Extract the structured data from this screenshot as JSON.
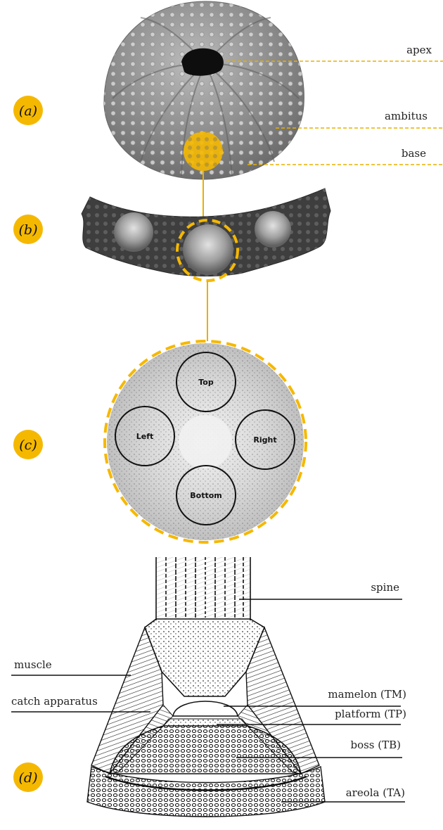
{
  "panels": {
    "a": {
      "tag": "(a)",
      "labels": {
        "apex": "apex",
        "ambitus": "ambitus",
        "base": "base"
      }
    },
    "b": {
      "tag": "(b)"
    },
    "c": {
      "tag": "(c)",
      "zones": {
        "top": "Top",
        "left": "Left",
        "right": "Right",
        "bottom": "Bottom"
      }
    },
    "d": {
      "tag": "(d)",
      "labels": {
        "spine": "spine",
        "muscle": "muscle",
        "catch": "catch apparatus",
        "mamelon": "mamelon (TM)",
        "platform": "platform (TP)",
        "boss": "boss (TB)",
        "areola": "areola (TA)"
      }
    }
  },
  "colors": {
    "accent": "#f5b800",
    "leader_gold": "#e8b000",
    "ink": "#111111"
  }
}
